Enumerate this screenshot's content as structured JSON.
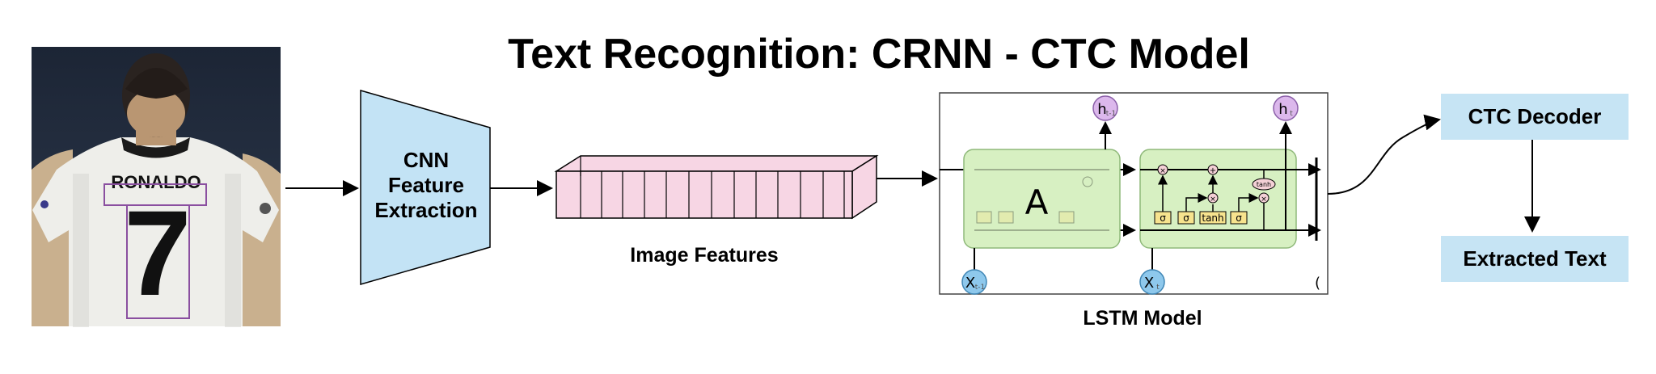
{
  "title": "Text Recognition: CRNN - CTC Model",
  "photo": {
    "jersey_name": "RONALDO",
    "jersey_number": "7"
  },
  "cnn_block": {
    "lines": [
      "CNN",
      "Feature",
      "Extraction"
    ]
  },
  "feature_map": {
    "label": "Image Features"
  },
  "lstm": {
    "label": "LSTM Model",
    "cell_label": "A",
    "h_prev": "h",
    "h_prev_sub": "t-1",
    "h_curr": "h",
    "h_curr_sub": "t",
    "x_prev": "X",
    "x_prev_sub": "t-1",
    "x_curr": "X",
    "x_curr_sub": "t",
    "sigma1": "σ",
    "sigma2": "σ",
    "tanh_gate": "tanh",
    "sigma3": "σ",
    "tanh_op": "tanh",
    "mult": "×",
    "plus": "+",
    "edge_paren": "("
  },
  "ctc_decoder": {
    "label": "CTC Decoder"
  },
  "output": {
    "label": "Extracted Text"
  },
  "colors": {
    "cnn_fill": "#c3e3f5",
    "feature_fill": "#f7d6e4",
    "lstm_cell_fill": "#d7f0c2",
    "h_node_fill": "#dcb8ec",
    "x_node_fill": "#8ec8ec",
    "decoder_fill": "#c6e4f4",
    "bbox_stroke": "#8a4fa0",
    "gate_fill": "#f7e38e"
  }
}
